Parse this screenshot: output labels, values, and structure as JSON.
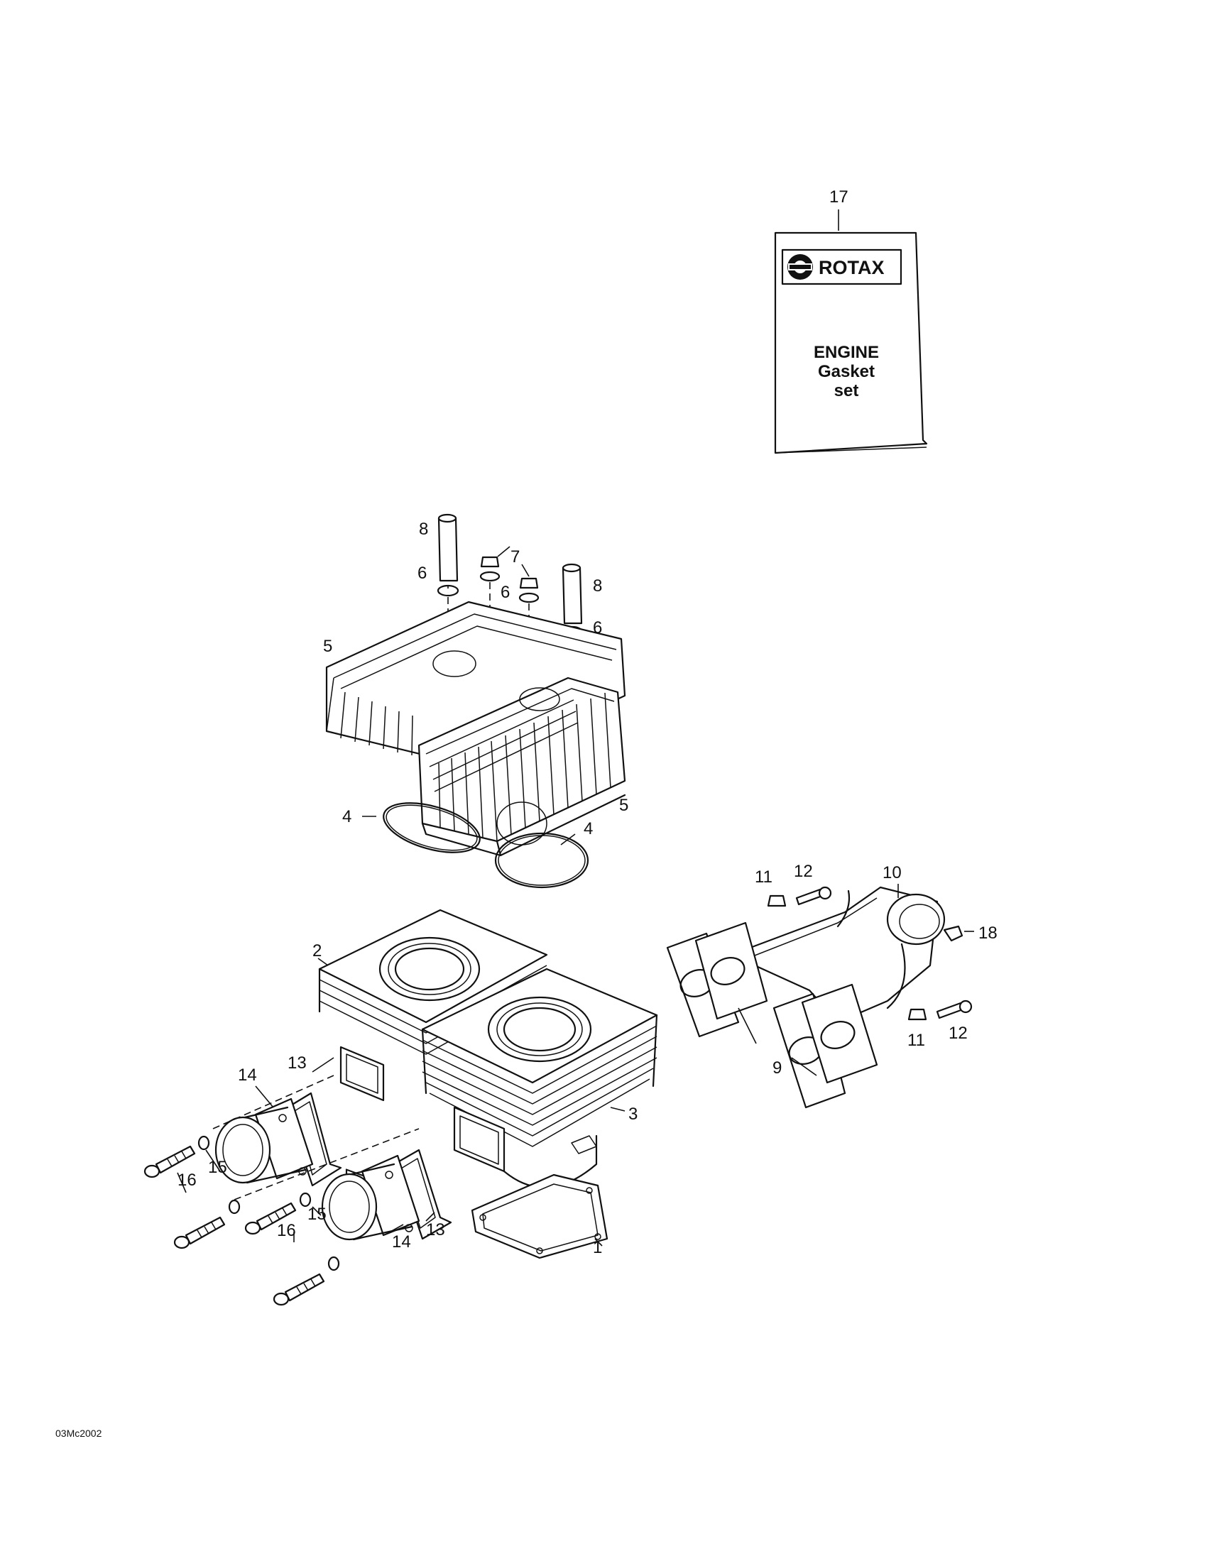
{
  "package": {
    "brand": "ROTAX",
    "title_line1": "ENGINE",
    "title_line2": "Gasket",
    "title_line3": "set"
  },
  "callouts": {
    "c17": "17",
    "c8a": "8",
    "c8b": "8",
    "c7": "7",
    "c6a": "6",
    "c6b": "6",
    "c6c": "6",
    "c5a": "5",
    "c5b": "5",
    "c4a": "4",
    "c4b": "4",
    "c11a": "11",
    "c11b": "11",
    "c12a": "12",
    "c12b": "12",
    "c10": "10",
    "c18": "18",
    "c9": "9",
    "c2": "2",
    "c3": "3",
    "c1": "1",
    "c13a": "13",
    "c13b": "13",
    "c14a": "14",
    "c14b": "14",
    "c15a": "15",
    "c15b": "15",
    "c16a": "16",
    "c16b": "16"
  },
  "drawing_code": "03Mc2002"
}
